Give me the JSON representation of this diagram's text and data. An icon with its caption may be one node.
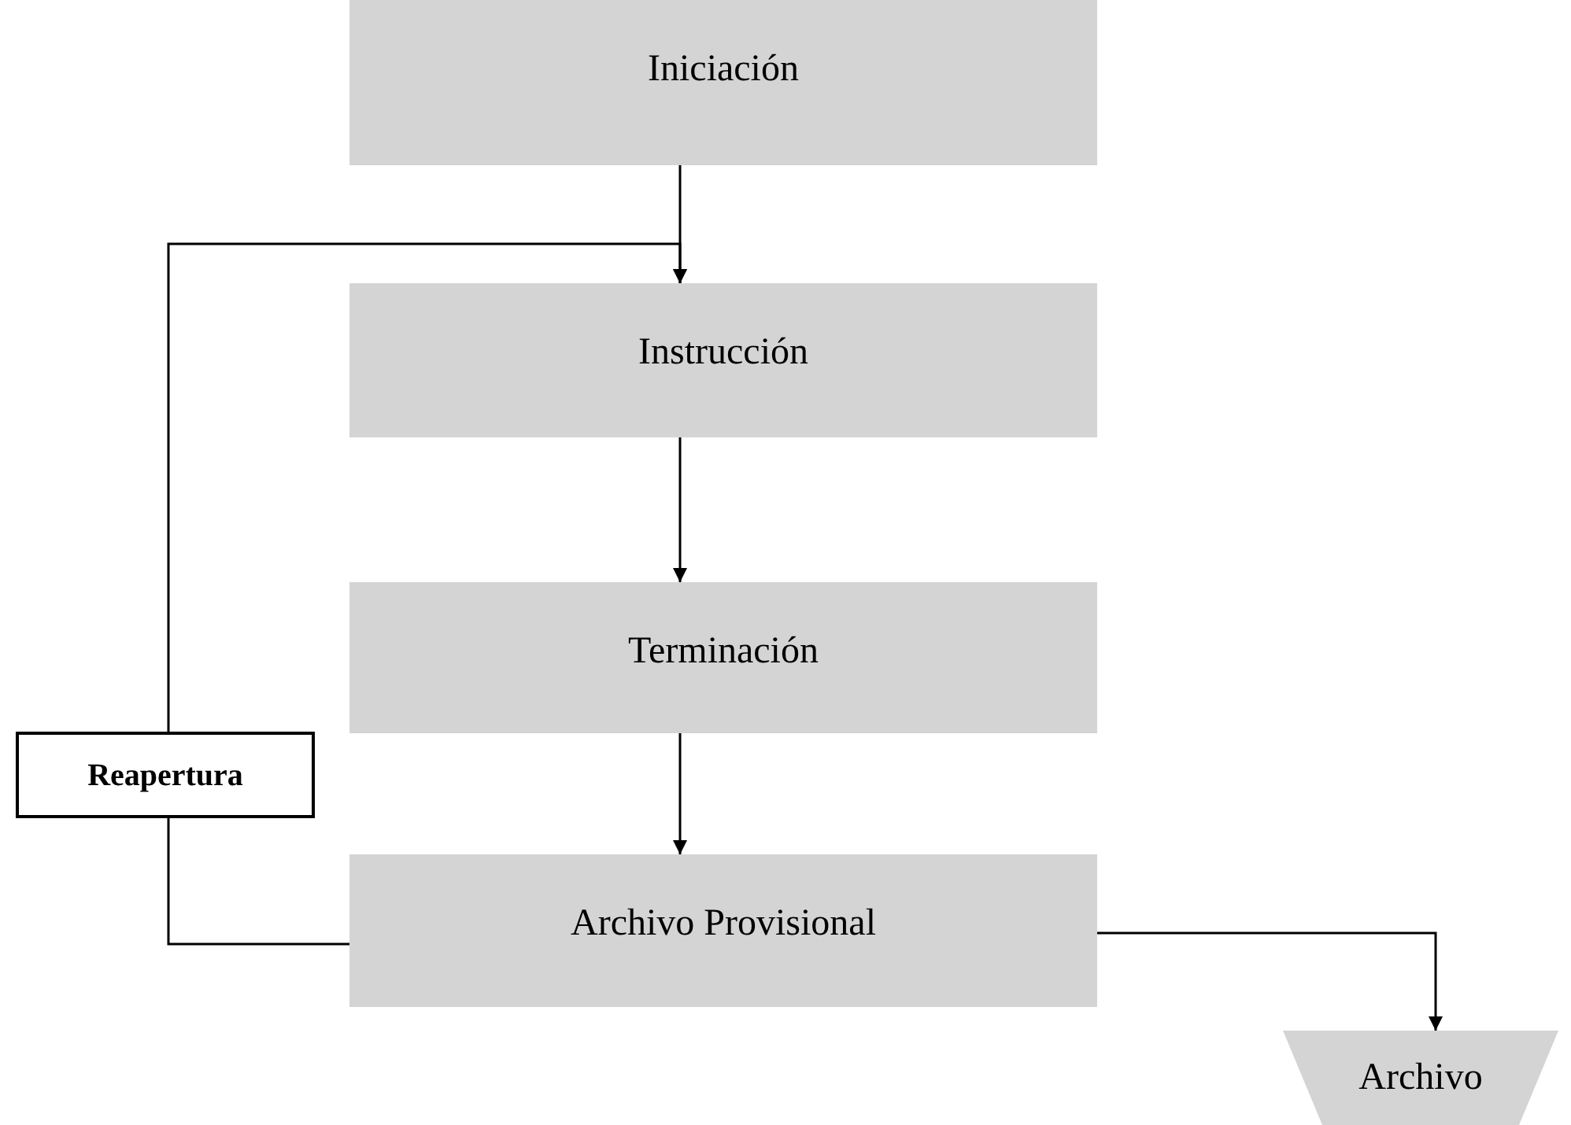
{
  "diagram": {
    "nodes": [
      {
        "text": [
          "Iniciación"
        ]
      },
      {
        "text": [
          "Instrucción"
        ]
      },
      {
        "text": [
          "Terminación"
        ]
      },
      {
        "text": [
          "Reapertura"
        ]
      },
      {
        "text": [
          "Archivo Provisional"
        ]
      },
      {
        "text": [
          "Archivo"
        ]
      }
    ],
    "edges": [
      {
        "from": 0,
        "to": 1,
        "arrow": "to"
      },
      {
        "from": 1,
        "to": 2,
        "arrow": "to"
      },
      {
        "from": 2,
        "to": 4,
        "arrow": "to"
      },
      {
        "from": 4,
        "to": 3,
        "arrow": "none"
      },
      {
        "from": 3,
        "to": 1,
        "arrow": "to"
      },
      {
        "from": 4,
        "to": 5,
        "arrow": "to"
      }
    ]
  }
}
